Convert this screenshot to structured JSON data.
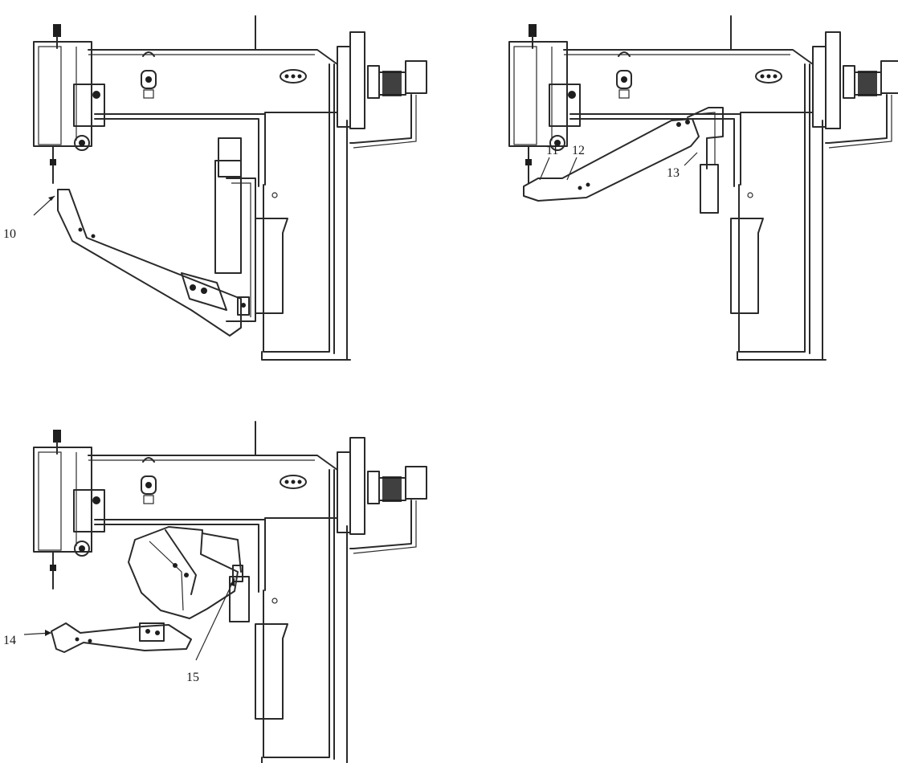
{
  "figure": {
    "views": [
      {
        "id": "view-a",
        "callouts": [
          "10"
        ]
      },
      {
        "id": "view-b",
        "callouts": [
          "11",
          "12",
          "13"
        ]
      },
      {
        "id": "view-c",
        "callouts": [
          "14",
          "15"
        ]
      }
    ]
  }
}
